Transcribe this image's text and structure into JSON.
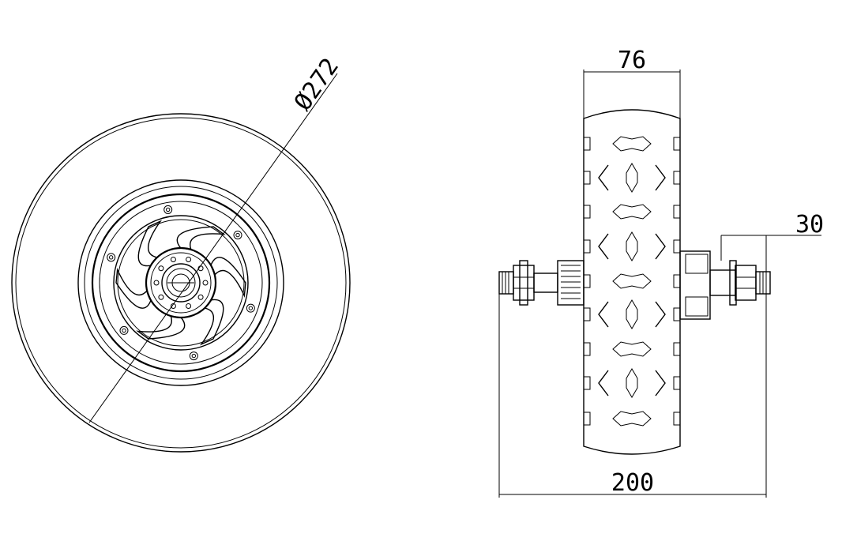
{
  "dimensions": {
    "diameter": "Ø272",
    "tire_width": "76",
    "axle_extension": "30",
    "overall_width": "200"
  },
  "colors": {
    "line": "#000000",
    "background": "#ffffff"
  }
}
